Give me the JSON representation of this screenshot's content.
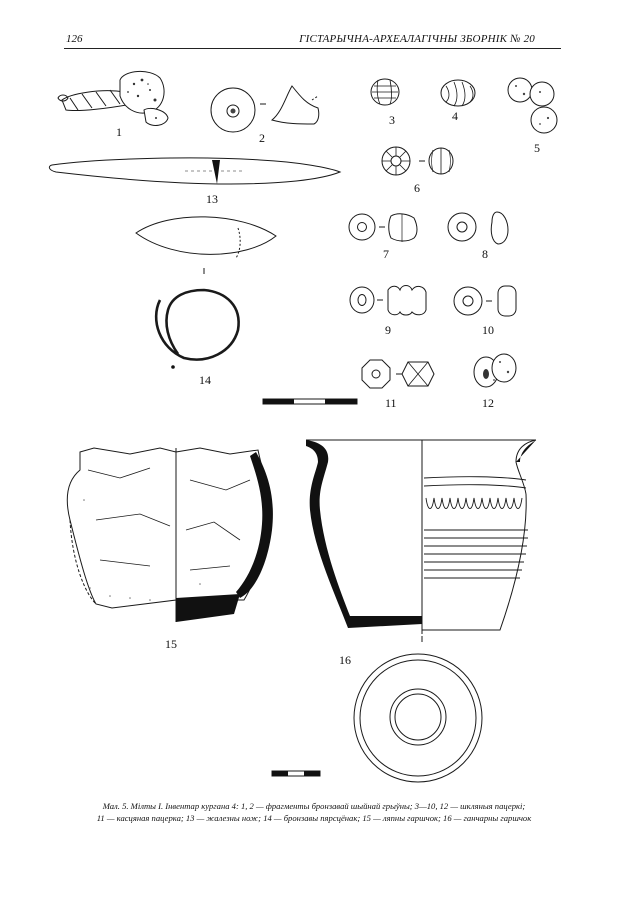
{
  "header": {
    "page_number": "126",
    "journal_title": "ГІСТАРЫЧНА-АРХЕАЛАГІЧНЫ ЗБОРНІК № 20"
  },
  "figure_labels": [
    "1",
    "2",
    "3",
    "4",
    "5",
    "6",
    "7",
    "8",
    "9",
    "10",
    "11",
    "12",
    "13",
    "14",
    "15",
    "16"
  ],
  "caption": {
    "line1": "Мал. 5. Мілты I. Інвентар кургана 4: 1, 2 — фрагменты бронзавай шыйнай грыўны; 3—10, 12 — шкляныя пацеркі;",
    "line2": "11 — касцяная пацерка; 13 — жалезны нож; 14 — бронзавы пярсцёнак; 15 — ляпны гаршчок; 16 — ганчарны гаршчок"
  }
}
